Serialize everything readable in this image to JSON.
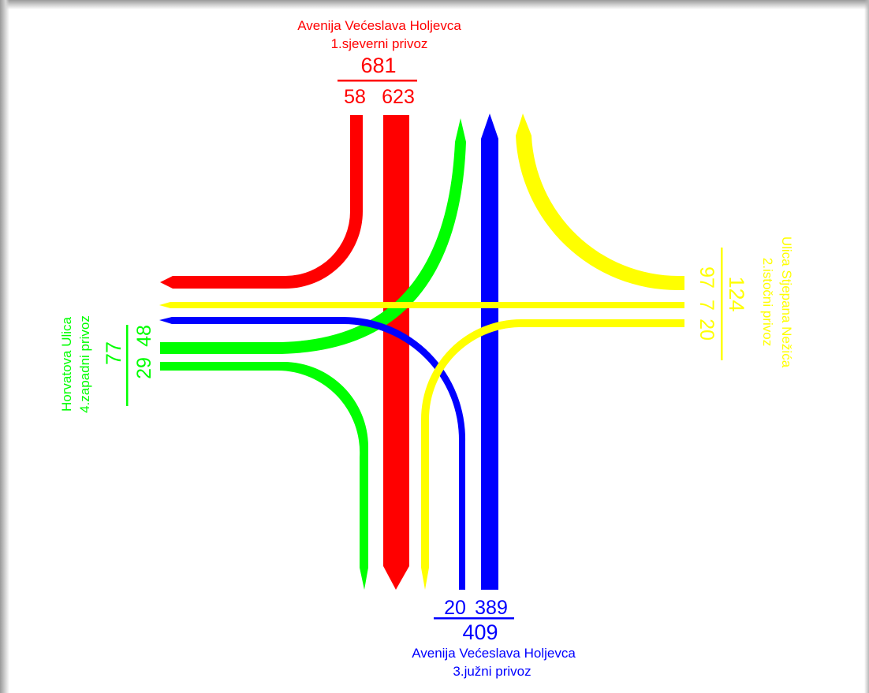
{
  "colors": {
    "north": "#ff0000",
    "east": "#ffff00",
    "south": "#0000ff",
    "west": "#00ff00"
  },
  "approaches": {
    "north": {
      "street": "Avenija Većeslava Holjevca",
      "label": "1.sjeverni privoz",
      "total": "681",
      "flows": [
        "58",
        "623"
      ]
    },
    "east": {
      "street": "Ulica Stjepana Nežića",
      "label": "2.istočni privoz",
      "total": "124",
      "flows": [
        "97",
        "7",
        "20"
      ]
    },
    "south": {
      "street": "Avenija Većeslava Holjevca",
      "label": "3.južni privoz",
      "total": "409",
      "flows": [
        "20",
        "389"
      ]
    },
    "west": {
      "street": "Horvatova Ulica",
      "label": "4.zapadni privoz",
      "total": "77",
      "flows": [
        "29",
        "48"
      ]
    }
  }
}
